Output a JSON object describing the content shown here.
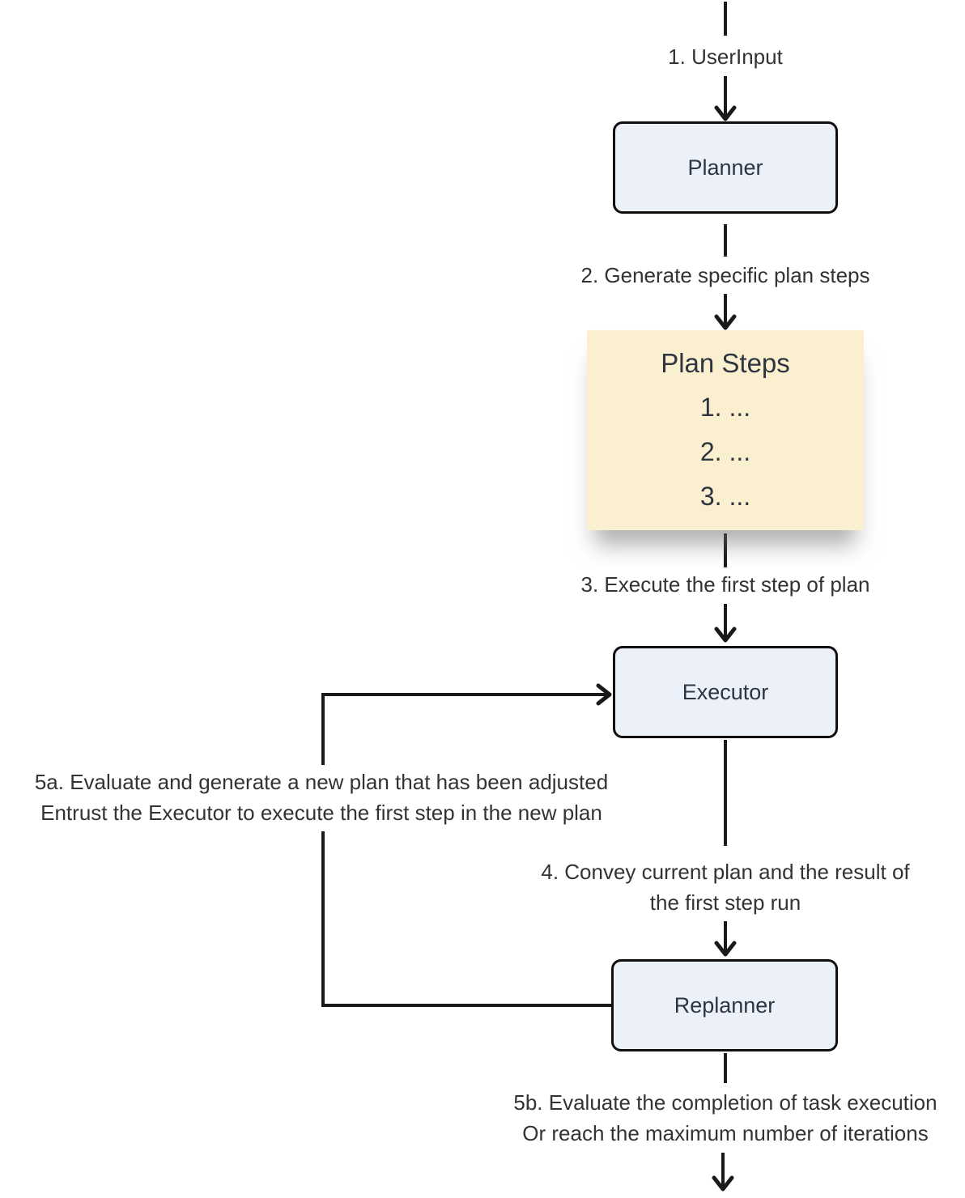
{
  "diagram": {
    "nodes": {
      "planner": {
        "label": "Planner"
      },
      "plan_steps": {
        "title": "Plan Steps",
        "items": [
          "1. ...",
          "2. ...",
          "3. ..."
        ]
      },
      "executor": {
        "label": "Executor"
      },
      "replanner": {
        "label": "Replanner"
      }
    },
    "labels": {
      "step1": "1. UserInput",
      "step2": "2. Generate specific plan steps",
      "step3": "3. Execute the first step of plan",
      "step4_line1": "4. Convey current plan and the result of",
      "step4_line2": "the first step run",
      "step5a_line1": "5a. Evaluate and generate a new plan that has been adjusted",
      "step5a_line2": "Entrust the Executor to execute the first step in the new plan",
      "step5b_line1": "5b. Evaluate the completion of task execution",
      "step5b_line2": "Or reach the maximum number of iterations"
    },
    "colors": {
      "node_fill": "#ecf1f9",
      "node_border": "#0f0f0f",
      "note_fill": "#faf0cf",
      "line": "#1a1a1a",
      "text": "#333333"
    }
  }
}
